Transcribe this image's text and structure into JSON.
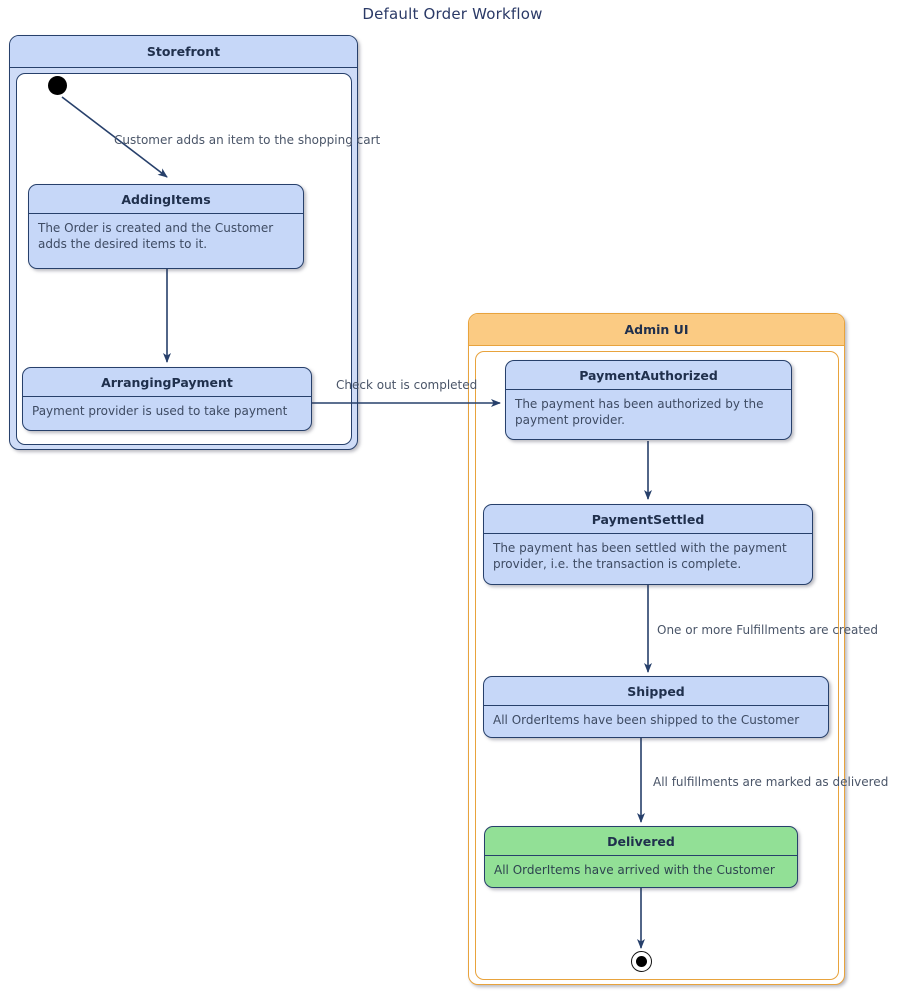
{
  "diagram": {
    "title": "Default Order Workflow",
    "type": "uml-state-machine",
    "colors": {
      "edge": "#27406b",
      "state_fill": "#c6d7f8",
      "state_border": "#27406b",
      "final_state_fill": "#92e096",
      "storefront_header": "#c6d7f8",
      "adminui_header": "#fbcb83",
      "adminui_border": "#e8a33d",
      "title_text": "#2b3a67",
      "label_text": "#4a5568"
    }
  },
  "containers": [
    {
      "id": "storefront",
      "label": "Storefront"
    },
    {
      "id": "adminui",
      "label": "Admin UI"
    }
  ],
  "states": [
    {
      "id": "addingitems",
      "name": "AddingItems",
      "description": "The Order is created and the Customer adds the desired items to it.",
      "container": "storefront",
      "style": "normal"
    },
    {
      "id": "arrangingpayment",
      "name": "ArrangingPayment",
      "description": "Payment provider is used to take payment",
      "container": "storefront",
      "style": "normal"
    },
    {
      "id": "paymentauthorized",
      "name": "PaymentAuthorized",
      "description": "The payment has been authorized by the payment provider.",
      "container": "adminui",
      "style": "normal"
    },
    {
      "id": "paymentsettled",
      "name": "PaymentSettled",
      "description": "The payment has been settled with the payment provider, i.e. the transaction is complete.",
      "container": "adminui",
      "style": "normal"
    },
    {
      "id": "shipped",
      "name": "Shipped",
      "description": "All OrderItems have been shipped to the Customer",
      "container": "adminui",
      "style": "normal"
    },
    {
      "id": "delivered",
      "name": "Delivered",
      "description": "All OrderItems have arrived with the Customer",
      "container": "adminui",
      "style": "final"
    }
  ],
  "pseudo_states": [
    {
      "id": "initial",
      "kind": "initial",
      "container": "storefront"
    },
    {
      "id": "final",
      "kind": "final",
      "container": "adminui"
    }
  ],
  "transitions": [
    {
      "from": "initial",
      "to": "addingitems",
      "label": "Customer adds an item to the shopping cart"
    },
    {
      "from": "addingitems",
      "to": "arrangingpayment",
      "label": ""
    },
    {
      "from": "arrangingpayment",
      "to": "paymentauthorized",
      "label": "Check out is completed"
    },
    {
      "from": "paymentauthorized",
      "to": "paymentsettled",
      "label": ""
    },
    {
      "from": "paymentsettled",
      "to": "shipped",
      "label": "One or more Fulfillments are created"
    },
    {
      "from": "shipped",
      "to": "delivered",
      "label": "All fulfillments are marked as delivered"
    },
    {
      "from": "delivered",
      "to": "final",
      "label": ""
    }
  ]
}
